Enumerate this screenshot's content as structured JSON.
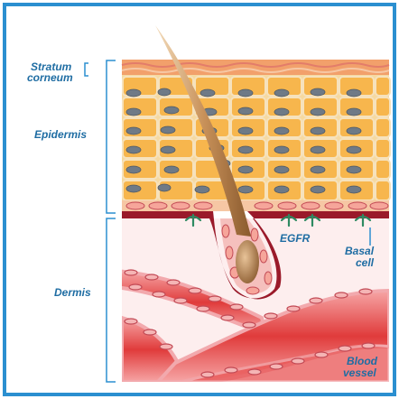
{
  "labels": {
    "stratum_line1": "Stratum",
    "stratum_line2": "corneum",
    "epidermis": "Epidermis",
    "dermis": "Dermis",
    "egfr": "EGFR",
    "basal_line1": "Basal",
    "basal_line2": "cell",
    "blood_line1": "Blood",
    "blood_line2": "vessel"
  },
  "colors": {
    "frame": "#2b8fd0",
    "label_text": "#1f6da3",
    "keratinocyte": "#f7b64d",
    "keratinocyte_edge": "#f6d9a0",
    "nucleus": "#6f7a86",
    "stratum_corneum": "#f2a06b",
    "basement_membrane": "#9a1a2a",
    "dermis": "#fdeeee",
    "blood_vessel": "#e03b3b",
    "egfr_receptor": "#2e8a62",
    "hair": "#c9925a"
  },
  "icons": {
    "receptor": "y-shaped-receptor-icon"
  }
}
